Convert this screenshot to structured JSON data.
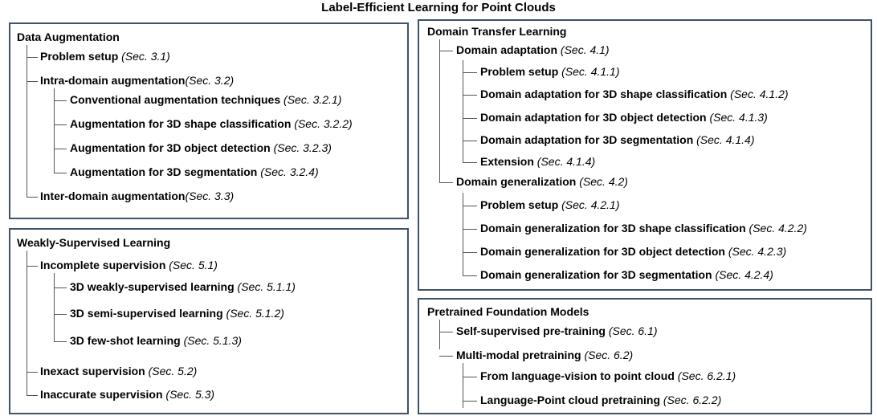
{
  "title": "Label-Efficient Learning for Point Clouds",
  "panels": {
    "data_aug": {
      "title": "Data Augmentation",
      "items": [
        {
          "label": "Problem setup",
          "ref": " (Sec. 3.1)"
        },
        {
          "label": "Intra-domain augmentation",
          "ref": "(Sec. 3.2)"
        },
        {
          "label": "Conventional augmentation techniques",
          "ref": " (Sec. 3.2.1)"
        },
        {
          "label": "Augmentation for 3D shape classification",
          "ref": " (Sec. 3.2.2)"
        },
        {
          "label": "Augmentation for 3D object detection",
          "ref": " (Sec. 3.2.3)"
        },
        {
          "label": "Augmentation for 3D segmentation",
          "ref": " (Sec. 3.2.4)"
        },
        {
          "label": "Inter-domain augmentation",
          "ref": "(Sec. 3.3)"
        }
      ]
    },
    "weak_sup": {
      "title": "Weakly-Supervised Learning",
      "items": [
        {
          "label": "Incomplete supervision",
          "ref": " (Sec. 5.1)"
        },
        {
          "label": "3D weakly-supervised learning",
          "ref": " (Sec. 5.1.1)"
        },
        {
          "label": "3D semi-supervised learning",
          "ref": " (Sec. 5.1.2)"
        },
        {
          "label": "3D few-shot learning",
          "ref": " (Sec. 5.1.3)"
        },
        {
          "label": "Inexact supervision",
          "ref": " (Sec. 5.2)"
        },
        {
          "label": "Inaccurate supervision",
          "ref": " (Sec. 5.3)"
        }
      ]
    },
    "domain_transfer": {
      "title": "Domain Transfer Learning",
      "items": [
        {
          "label": "Domain adaptation",
          "ref": " (Sec. 4.1)"
        },
        {
          "label": "Problem setup",
          "ref": " (Sec. 4.1.1)"
        },
        {
          "label": "Domain adaptation for 3D shape classification",
          "ref": " (Sec. 4.1.2)"
        },
        {
          "label": "Domain adaptation for 3D object detection",
          "ref": " (Sec. 4.1.3)"
        },
        {
          "label": "Domain adaptation for 3D segmentation",
          "ref": " (Sec. 4.1.4)"
        },
        {
          "label": "Extension",
          "ref": " (Sec. 4.1.4)"
        },
        {
          "label": "Domain generalization",
          "ref": " (Sec. 4.2)"
        },
        {
          "label": "Problem setup",
          "ref": " (Sec. 4.2.1)"
        },
        {
          "label": "Domain generalization for 3D shape classification",
          "ref": " (Sec. 4.2.2)"
        },
        {
          "label": "Domain generalization for 3D object detection",
          "ref": " (Sec. 4.2.3)"
        },
        {
          "label": "Domain generalization for 3D segmentation",
          "ref": " (Sec. 4.2.4)"
        }
      ]
    },
    "pretrained": {
      "title": "Pretrained Foundation Models",
      "items": [
        {
          "label": "Self-supervised pre-training",
          "ref": " (Sec. 6.1)"
        },
        {
          "label": "Multi-modal pretraining",
          "ref": " (Sec. 6.2)"
        },
        {
          "label": "From language-vision to point cloud",
          "ref": " (Sec. 6.2.1)"
        },
        {
          "label": "Language-Point cloud pretraining",
          "ref": " (Sec. 6.2.2)"
        }
      ]
    }
  }
}
